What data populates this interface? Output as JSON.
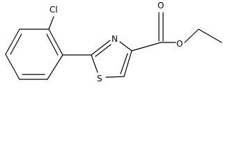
{
  "molecule": {
    "atoms": {
      "chlorine": "Cl",
      "nitrogen": "N",
      "sulfur": "S",
      "carbonyl_oxygen": "O",
      "ester_oxygen": "O"
    },
    "colors": {
      "bond": "#000000",
      "label": "#000000",
      "background": "#ffffff"
    }
  }
}
